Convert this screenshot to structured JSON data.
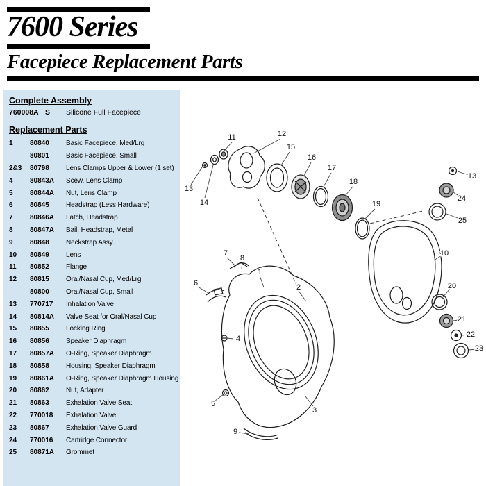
{
  "header": {
    "title": "7600 Series",
    "subtitle": "Facepiece Replacement Parts"
  },
  "panel": {
    "complete_assembly_heading": "Complete Assembly",
    "assembly": {
      "part_number": "760008A",
      "size_code": "S",
      "description": "Silicone Full Facepiece"
    },
    "replacement_parts_heading": "Replacement Parts",
    "parts": [
      {
        "item": "1",
        "part": "80840",
        "desc": "Basic Facepiece, Med/Lrg"
      },
      {
        "item": "",
        "part": "80801",
        "desc": "Basic Facepiece, Small"
      },
      {
        "item": "2&3",
        "part": "80798",
        "desc": "Lens Clamps Upper & Lower (1 set)"
      },
      {
        "item": "4",
        "part": "80843A",
        "desc": "Scew, Lens Clamp"
      },
      {
        "item": "5",
        "part": "80844A",
        "desc": "Nut, Lens Clamp"
      },
      {
        "item": "6",
        "part": "80845",
        "desc": "Headstrap (Less Hardware)"
      },
      {
        "item": "7",
        "part": "80846A",
        "desc": "Latch, Headstrap"
      },
      {
        "item": "8",
        "part": "80847A",
        "desc": "Bail, Headstrap, Metal"
      },
      {
        "item": "9",
        "part": "80848",
        "desc": "Neckstrap Assy."
      },
      {
        "item": "10",
        "part": "80849",
        "desc": "Lens"
      },
      {
        "item": "11",
        "part": "80852",
        "desc": "Flange"
      },
      {
        "item": "12",
        "part": "80815",
        "desc": "Oral/Nasal Cup, Med/Lrg"
      },
      {
        "item": "",
        "part": "80800",
        "desc": "Oral/Nasal Cup, Small"
      },
      {
        "item": "13",
        "part": "770717",
        "desc": "Inhalation Valve"
      },
      {
        "item": "14",
        "part": "80814A",
        "desc": "Valve Seat for Oral/Nasal Cup"
      },
      {
        "item": "15",
        "part": "80855",
        "desc": "Locking Ring"
      },
      {
        "item": "16",
        "part": "80856",
        "desc": "Speaker Diaphragm"
      },
      {
        "item": "17",
        "part": "80857A",
        "desc": "O-Ring, Speaker Diaphragm"
      },
      {
        "item": "18",
        "part": "80858",
        "desc": "Housing, Speaker Diaphragm"
      },
      {
        "item": "19",
        "part": "80861A",
        "desc": "O-Ring, Speaker Diaphragm Housing"
      },
      {
        "item": "20",
        "part": "80862",
        "desc": "Nut, Adapter"
      },
      {
        "item": "21",
        "part": "80863",
        "desc": "Exhalation Valve Seat"
      },
      {
        "item": "22",
        "part": "770018",
        "desc": "Exhalation Valve"
      },
      {
        "item": "23",
        "part": "80867",
        "desc": "Exhalation Valve Guard"
      },
      {
        "item": "24",
        "part": "770016",
        "desc": "Cartridge Connector"
      },
      {
        "item": "25",
        "part": "80871A",
        "desc": "Grommet"
      }
    ]
  },
  "diagram": {
    "callouts": [
      {
        "label": "11"
      },
      {
        "label": "12"
      },
      {
        "label": "15"
      },
      {
        "label": "16"
      },
      {
        "label": "17"
      },
      {
        "label": "18"
      },
      {
        "label": "19"
      },
      {
        "label": "13"
      },
      {
        "label": "14"
      },
      {
        "label": "13"
      },
      {
        "label": "24"
      },
      {
        "label": "25"
      },
      {
        "label": "10"
      },
      {
        "label": "20"
      },
      {
        "label": "21"
      },
      {
        "label": "22"
      },
      {
        "label": "23"
      },
      {
        "label": "7"
      },
      {
        "label": "8"
      },
      {
        "label": "1"
      },
      {
        "label": "2"
      },
      {
        "label": "6"
      },
      {
        "label": "4"
      },
      {
        "label": "5"
      },
      {
        "label": "3"
      },
      {
        "label": "9"
      }
    ]
  }
}
